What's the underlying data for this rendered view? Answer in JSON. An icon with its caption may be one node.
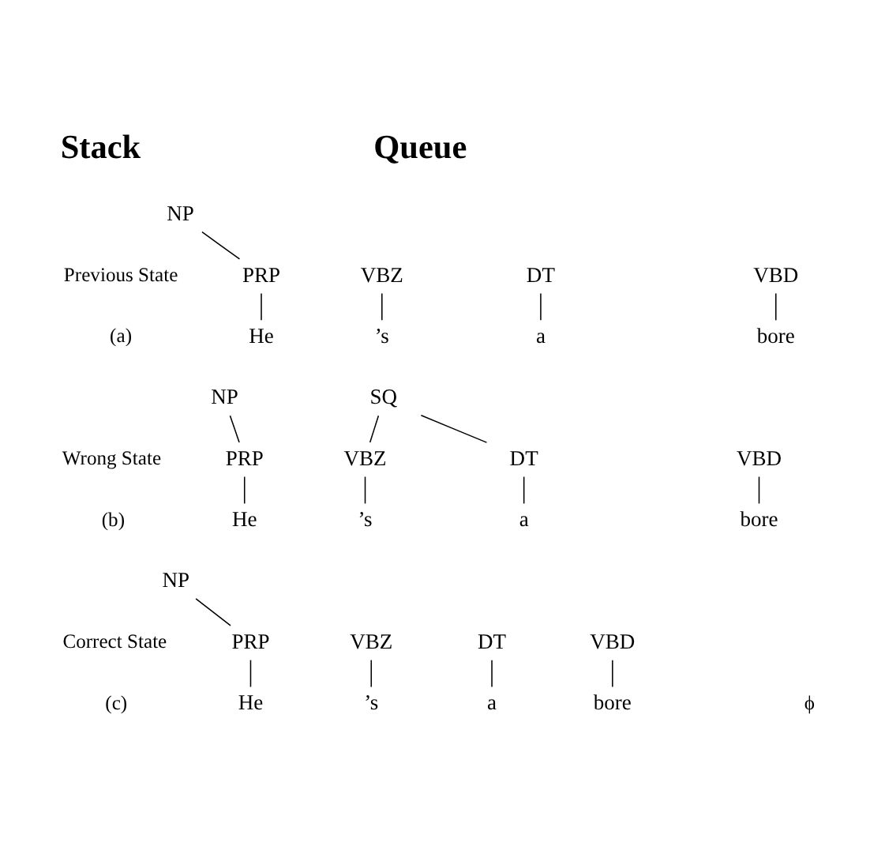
{
  "diagram": {
    "nodes": [
      {
        "text": [
          "NP"
        ]
      },
      {
        "text": [
          "PRP"
        ]
      },
      {
        "text": [
          "VBZ"
        ]
      },
      {
        "text": [
          "DT"
        ]
      },
      {
        "text": [
          "VBD"
        ]
      },
      {
        "text": [
          "He"
        ]
      },
      {
        "text": [
          "’s"
        ]
      },
      {
        "text": [
          "a"
        ]
      },
      {
        "text": [
          "bore"
        ]
      },
      {
        "text": [
          "NP"
        ]
      },
      {
        "text": [
          "SQ"
        ]
      },
      {
        "text": [
          "PRP"
        ]
      },
      {
        "text": [
          "VBZ"
        ]
      },
      {
        "text": [
          "DT"
        ]
      },
      {
        "text": [
          "VBD"
        ]
      },
      {
        "text": [
          "He"
        ]
      },
      {
        "text": [
          "’s"
        ]
      },
      {
        "text": [
          "a"
        ]
      },
      {
        "text": [
          "bore"
        ]
      },
      {
        "text": [
          "NP"
        ]
      },
      {
        "text": [
          "PRP"
        ]
      },
      {
        "text": [
          "VBZ"
        ]
      },
      {
        "text": [
          "DT"
        ]
      },
      {
        "text": [
          "VBD"
        ]
      },
      {
        "text": [
          "He"
        ]
      },
      {
        "text": [
          "’s"
        ]
      },
      {
        "text": [
          "a"
        ]
      },
      {
        "text": [
          "bore"
        ]
      }
    ],
    "edges": [
      {
        "from": 0,
        "to": 1,
        "arrow": "none"
      },
      {
        "from": 1,
        "to": 5,
        "arrow": "none"
      },
      {
        "from": 2,
        "to": 6,
        "arrow": "none"
      },
      {
        "from": 3,
        "to": 7,
        "arrow": "none"
      },
      {
        "from": 4,
        "to": 8,
        "arrow": "none"
      },
      {
        "from": 9,
        "to": 11,
        "arrow": "none"
      },
      {
        "from": 10,
        "to": 12,
        "arrow": "none"
      },
      {
        "from": 10,
        "to": 13,
        "arrow": "none"
      },
      {
        "from": 11,
        "to": 15,
        "arrow": "none"
      },
      {
        "from": 12,
        "to": 16,
        "arrow": "none"
      },
      {
        "from": 13,
        "to": 17,
        "arrow": "none"
      },
      {
        "from": 14,
        "to": 18,
        "arrow": "none"
      },
      {
        "from": 19,
        "to": 20,
        "arrow": "none"
      },
      {
        "from": 20,
        "to": 24,
        "arrow": "none"
      },
      {
        "from": 21,
        "to": 25,
        "arrow": "none"
      },
      {
        "from": 22,
        "to": 26,
        "arrow": "none"
      },
      {
        "from": 23,
        "to": 27,
        "arrow": "none"
      }
    ],
    "labels": [
      "Stack",
      "Queue",
      "Previous State",
      "(a)",
      "Wrong State",
      "(b)",
      "Correct State",
      "(c)",
      "ϕ"
    ]
  }
}
